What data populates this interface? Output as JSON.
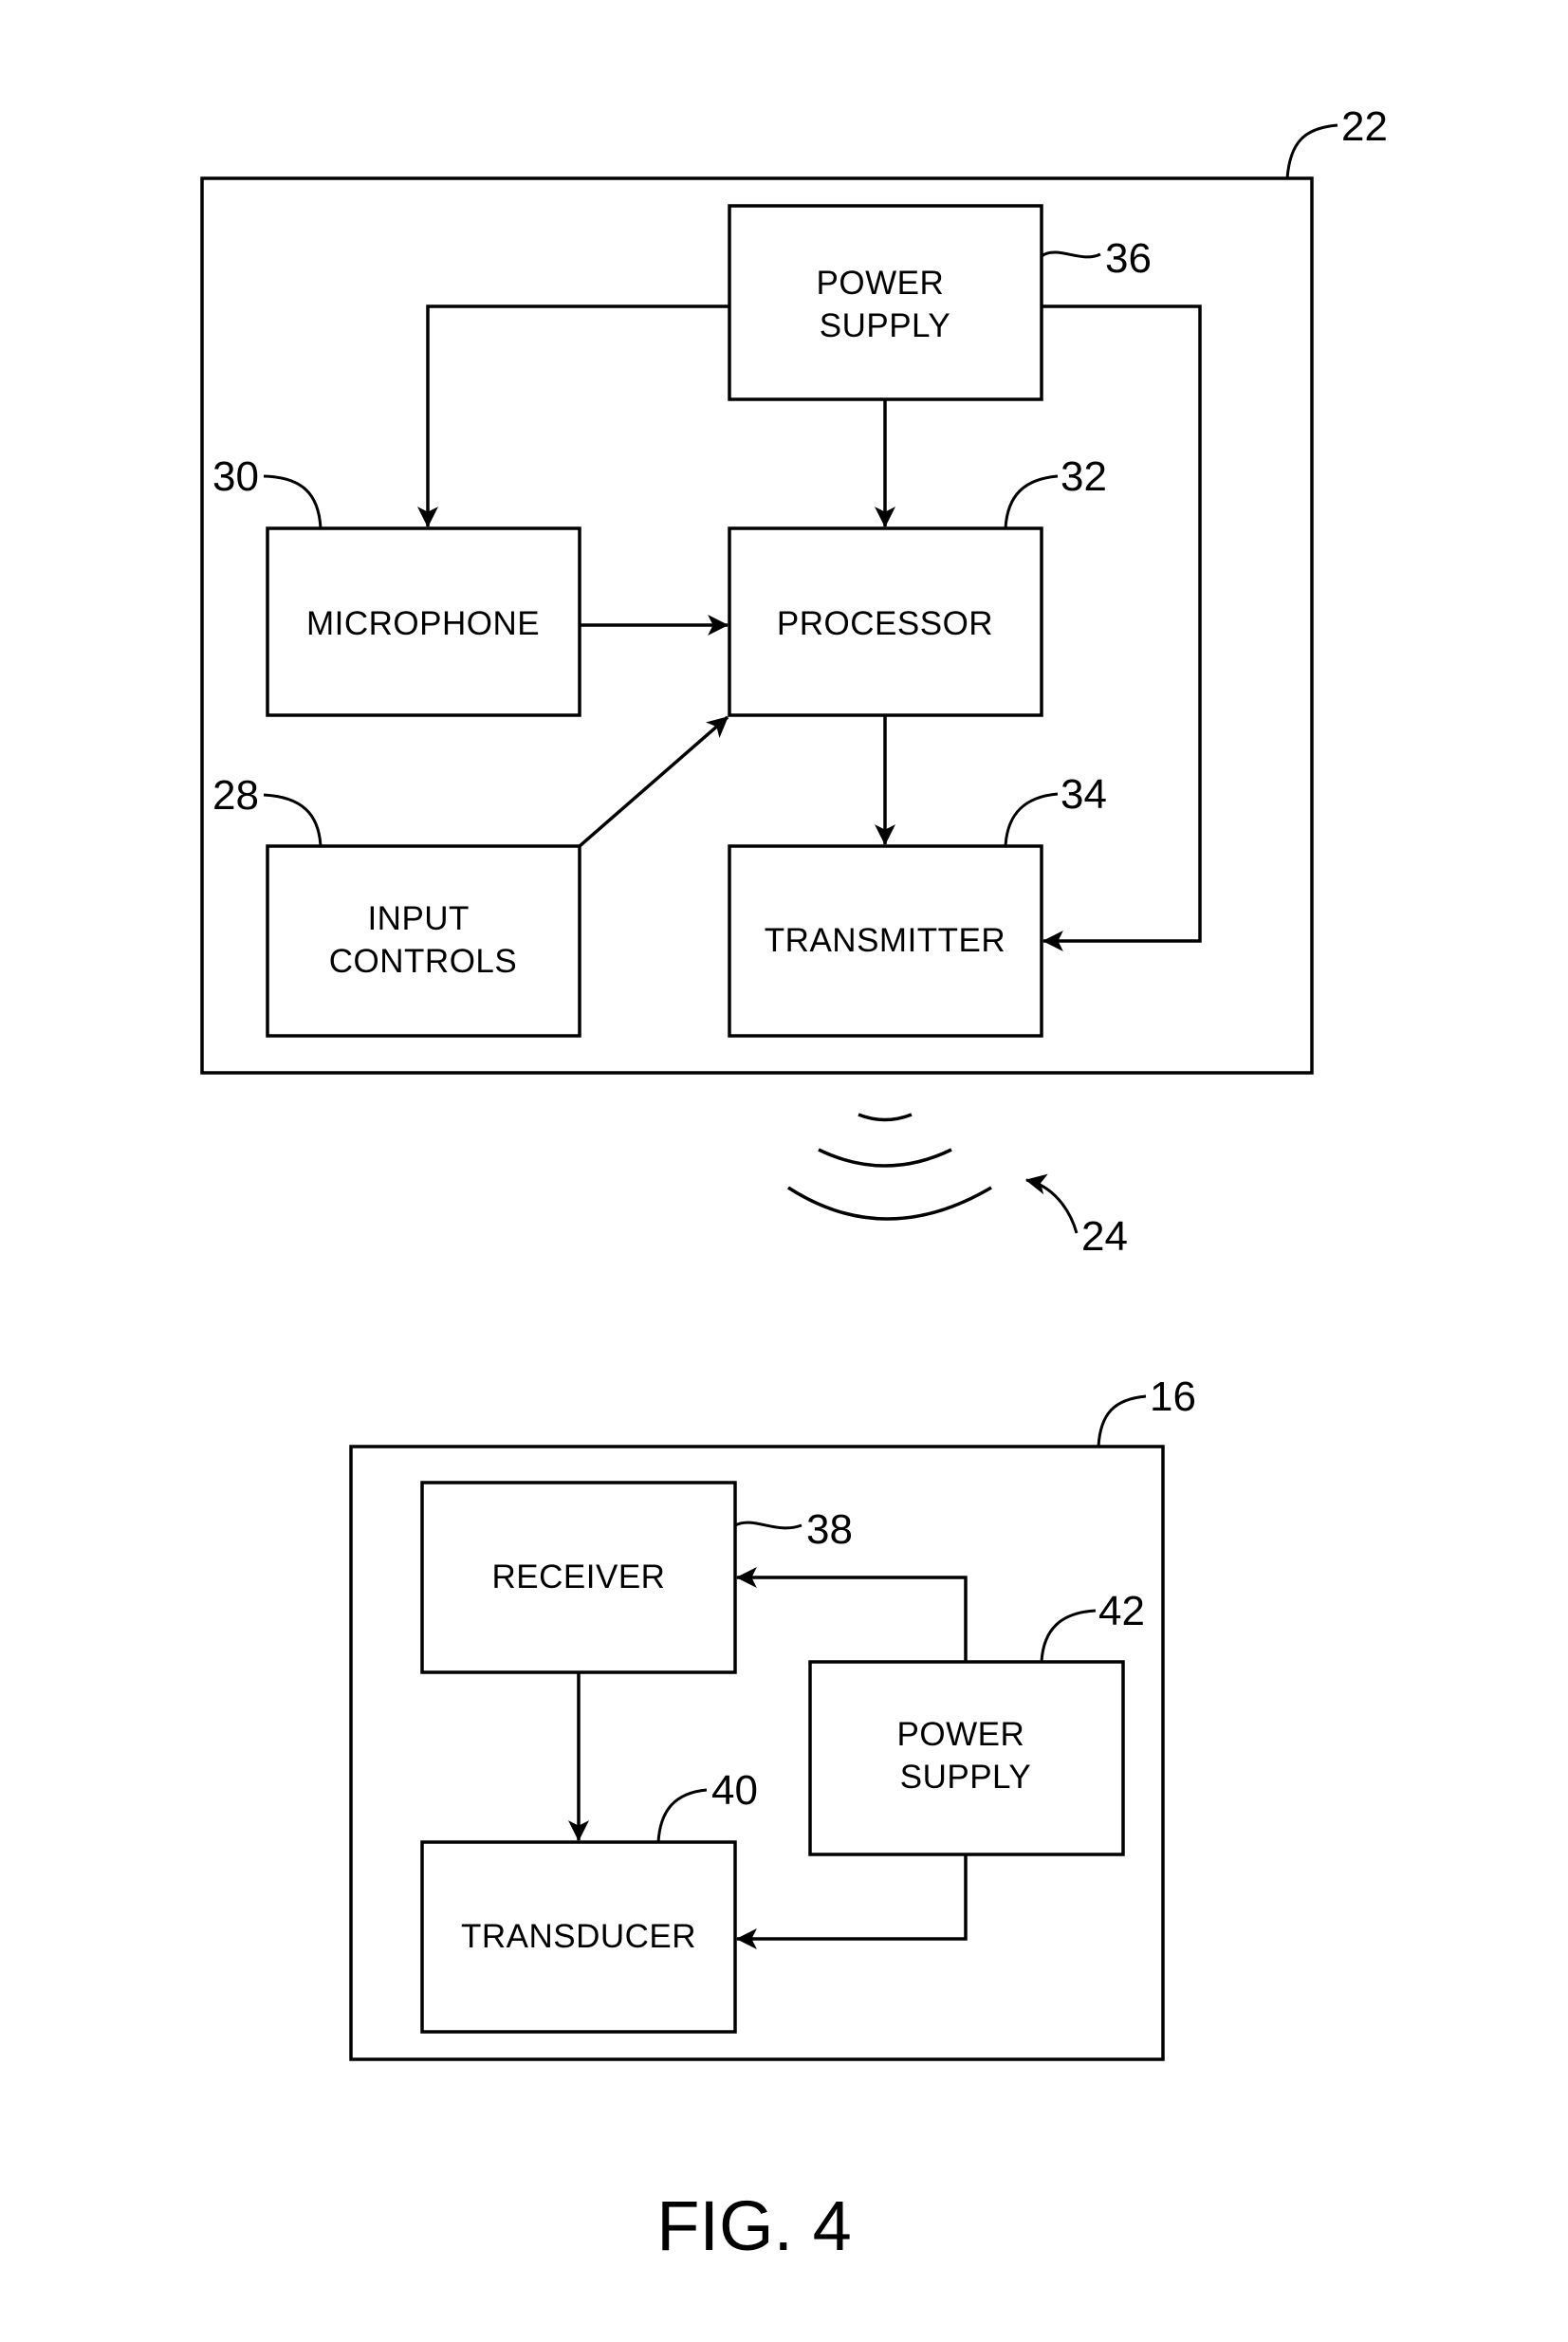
{
  "figure_label": "FIG. 4",
  "transmitter_unit": {
    "ref": "22",
    "blocks": {
      "power_supply": {
        "lines": [
          "POWER",
          "SUPPLY"
        ],
        "ref": "36"
      },
      "microphone": {
        "lines": [
          "MICROPHONE"
        ],
        "ref": "30"
      },
      "processor": {
        "lines": [
          "PROCESSOR"
        ],
        "ref": "32"
      },
      "input_controls": {
        "lines": [
          "INPUT",
          "CONTROLS"
        ],
        "ref": "28"
      },
      "transmitter": {
        "lines": [
          "TRANSMITTER"
        ],
        "ref": "34"
      }
    }
  },
  "wireless_signal": {
    "ref": "24"
  },
  "receiver_unit": {
    "ref": "16",
    "blocks": {
      "receiver": {
        "lines": [
          "RECEIVER"
        ],
        "ref": "38"
      },
      "power_supply": {
        "lines": [
          "POWER",
          "SUPPLY"
        ],
        "ref": "42"
      },
      "transducer": {
        "lines": [
          "TRANSDUCER"
        ],
        "ref": "40"
      }
    }
  }
}
